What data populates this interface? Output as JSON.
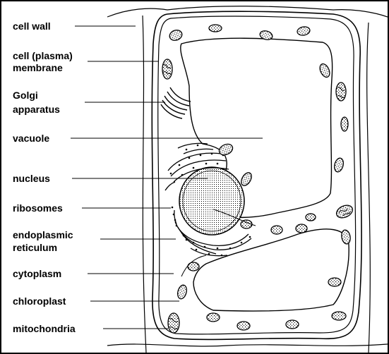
{
  "diagram": {
    "labels": {
      "cell_wall": "cell wall",
      "cell_membrane_line1": "cell (plasma)",
      "cell_membrane_line2": "membrane",
      "golgi_line1": "Golgi",
      "golgi_line2": "apparatus",
      "vacuole": "vacuole",
      "nucleus": "nucleus",
      "ribosomes": "ribosomes",
      "er_line1": "endoplasmic",
      "er_line2": "reticulum",
      "cytoplasm": "cytoplasm",
      "chloroplast": "chloroplast",
      "mitochondria": "mitochondria"
    }
  }
}
